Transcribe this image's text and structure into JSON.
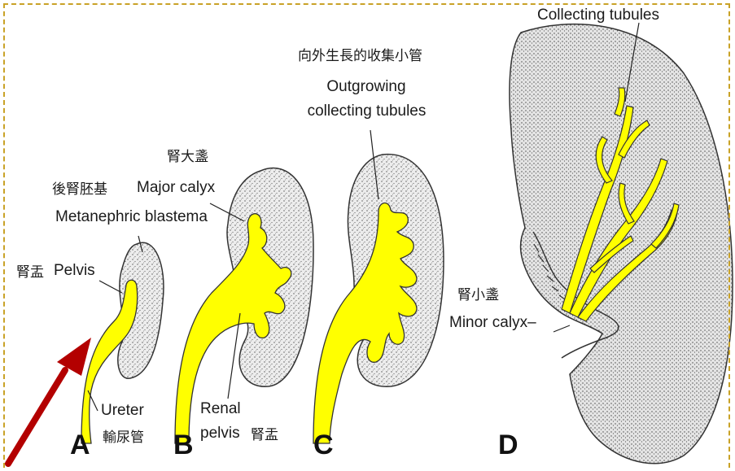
{
  "labels": {
    "collecting_tubules": "Collecting tubules",
    "outgrowing_cjk": "向外生長的收集小管",
    "outgrowing_1": "Outgrowing",
    "outgrowing_2": "collecting tubules",
    "major_calyx_cjk": "腎大盞",
    "metanephric_cjk": "後腎胚基",
    "major_calyx": "Major calyx",
    "metanephric": "Metanephric blastema",
    "pelvis_cjk": "腎盂",
    "pelvis": "Pelvis",
    "minor_calyx_cjk": "腎小盞",
    "minor_calyx": "Minor calyx–",
    "ureter": "Ureter",
    "ureter_cjk": "輸尿管",
    "renal": "Renal",
    "pelvis2": "pelvis",
    "renal_pelvis_cjk": "腎盂"
  },
  "panels": [
    "A",
    "B",
    "C",
    "D"
  ],
  "colors": {
    "tubule_yellow": "#ffff00",
    "tissue_fill": "#dcdcdc",
    "outline": "#333333",
    "arrow": "#b30000",
    "frame": "#c9a227"
  }
}
